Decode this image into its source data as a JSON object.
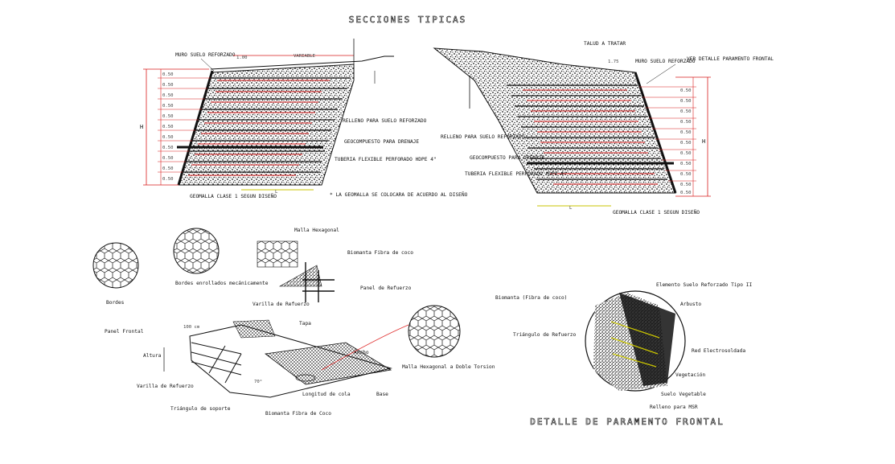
{
  "title": "SECCIONES TIPICAS",
  "section_left": {
    "muro_label": "MURO SUELO REFORZADO",
    "dim_top_1": "1.00",
    "dim_top_2": "VARIABLE",
    "h_label": "H",
    "layer_spacings": [
      "0.50",
      "0.50",
      "0.50",
      "0.50",
      "0.50",
      "0.50",
      "0.50",
      "0.50",
      "0.50",
      "0.50",
      "0.50"
    ],
    "relleno_label": "RELLENO PARA SUELO REFORZADO",
    "geocompuesto_label": "GEOCOMPUESTO PARA DRENAJE",
    "tuberia_label": "TUBERIA FLEXIBLE PERFORADO HDPE 4\"",
    "geomalla_label": "GEOMALLA CLASE 1 SEGUN DISEÑO",
    "l_label": "L",
    "note": "* LA GEOMALLA SE COLOCARA DE ACUERDO AL DISEÑO"
  },
  "section_right": {
    "talud_label": "TALUD A TRATAR",
    "muro_label": "MURO SUELO REFORZADO",
    "ver_detalle": "VER DETALLE PARAMENTO FRONTAL",
    "dim_top": "1.75",
    "h_label": "H",
    "layer_spacings": [
      "0.50",
      "0.50",
      "0.50",
      "0.50",
      "0.50",
      "0.50",
      "0.50",
      "0.50",
      "0.50",
      "0.50",
      "0.50"
    ],
    "relleno_label": "RELLENO PARA SUELO REFORZADO",
    "geocompuesto_label": "GEOCOMPUESTO PARA DRENAJE",
    "tuberia_label": "TUBERIA FLEXIBLE PERFORADO HDPE 4\"",
    "geomalla_label": "GEOMALLA CLASE 1 SEGUN DISEÑO",
    "l_label": "L"
  },
  "gabion_detail": {
    "bordes": "Bordes",
    "bordes_enrollados": "Bordes enrollados mecánicamente",
    "malla_hexagonal": "Malla Hexagonal",
    "biomanta_fibra": "Biomanta Fibra de coco",
    "panel_refuerzo": "Panel de Refuerzo",
    "varilla_refuerzo": "Varilla de Refuerzo",
    "panel_frontal": "Panel Frontal",
    "dim_100": "100 cm",
    "tapa": "Tapa",
    "altura": "Altura",
    "ancho": "Ancho",
    "varilla_refuerzo_2": "Varilla de Refuerzo",
    "angle": "70°",
    "longitud_cola": "Longitud de cola",
    "base": "Base",
    "malla_doble_torsion": "Malla Hexagonal a Doble Torsion",
    "triangulo_soporte": "Triángulo de soporte",
    "biomanta_coco": "Biomanta Fibra de Coco"
  },
  "frontal_detail": {
    "elemento": "Elemento Suelo Reforzado Tipo II",
    "biomanta": "Biomanta (Fibra de coco)",
    "arbusto": "Arbusto",
    "triangulo": "Triángulo de Refuerzo",
    "red_electro": "Red Electrosoldada",
    "vegetacion": "Vegetación",
    "suelo_vegetal": "Suelo Vegetable",
    "relleno_msr": "Relleno para MSR",
    "title": "DETALLE DE PARAMENTO FRONTAL"
  },
  "colors": {
    "line": "#111111",
    "dimension_red": "#d81b1b",
    "dimension_yellow": "#c9c400",
    "leader_red": "#e03030"
  }
}
